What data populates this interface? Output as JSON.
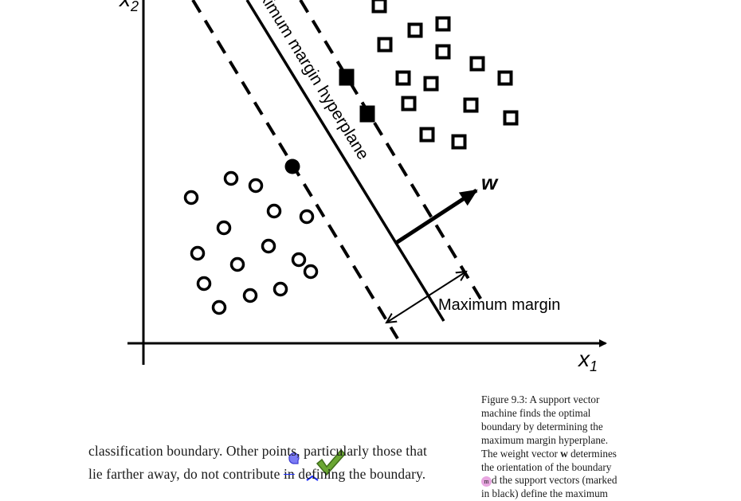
{
  "figure": {
    "x1_label": "x",
    "x1_sub": "1",
    "x2_label": "x",
    "x2_sub": "2",
    "hyperplane_label": "Maximum margin hyperplane",
    "weight_label": "w",
    "margin_label": "Maximum margin",
    "class_circle_count": 15,
    "class_square_count": 14,
    "support_vectors": {
      "circles": 1,
      "squares": 2
    }
  },
  "body": {
    "lines": [
      "classification boundary. Other points, particularly those that",
      "lie farther away, do not contribute",
      "defining the boundary."
    ],
    "struck_word": "in"
  },
  "caption": {
    "lines": [
      "Figure 9.3: A support vector",
      "machine finds the optimal",
      "boundary by determining the",
      "maximum margin hyperplane.",
      "The weight vector",
      "determines",
      "the orientation of the boundary",
      "d the support vectors (marked",
      "in black) define the maximum"
    ],
    "bold_w": "w",
    "annotation_mark": "m"
  },
  "colors": {
    "annotation_blue": "#1a2cff",
    "check_green": "#5a9a2a",
    "highlight_pink": "#f4b6e8"
  }
}
